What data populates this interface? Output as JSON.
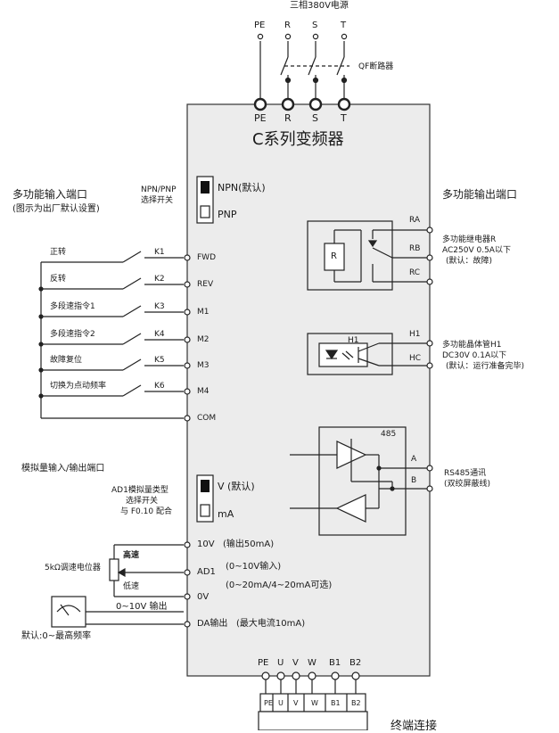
{
  "power": {
    "title": "三相380V电源",
    "breaker_label": "QF断路器",
    "top_terminals": [
      "PE",
      "R",
      "S",
      "T"
    ],
    "bottom_terminals": [
      "PE",
      "R",
      "S",
      "T"
    ]
  },
  "inverter": {
    "title": "C系列变频器"
  },
  "npn_switch": {
    "caption": "NPN/PNP\n选择开关",
    "npn_label": "NPN(默认)",
    "pnp_label": "PNP"
  },
  "input_section": {
    "title": "多功能输入端口",
    "subtitle": "(图示为出厂默认设置)",
    "rows": [
      {
        "label": "正转",
        "k": "K1",
        "terminal": "FWD"
      },
      {
        "label": "反转",
        "k": "K2",
        "terminal": "REV"
      },
      {
        "label": "多段速指令1",
        "k": "K3",
        "terminal": "M1"
      },
      {
        "label": "多段速指令2",
        "k": "K4",
        "terminal": "M2"
      },
      {
        "label": "故障复位",
        "k": "K5",
        "terminal": "M3"
      },
      {
        "label": "切换为点动频率",
        "k": "K6",
        "terminal": "M4"
      }
    ],
    "com": "COM"
  },
  "output_section": {
    "title": "多功能输出端口",
    "relay_terminals": [
      "RA",
      "RB",
      "RC"
    ],
    "relay_resistor": "R",
    "relay_desc": [
      "多功能继电器R",
      "AC250V 0.5A以下",
      "(默认：故障)"
    ],
    "opto_name": "H1",
    "opto_terminals": [
      "H1",
      "HC"
    ],
    "opto_desc": [
      "多功能晶体管H1",
      "DC30V 0.1A以下",
      "(默认：运行准备完毕)"
    ],
    "rs485_name": "485",
    "rs485_terminals": [
      "A",
      "B"
    ],
    "rs485_desc": [
      "RS485通讯",
      "(双绞屏蔽线)"
    ]
  },
  "analog": {
    "title": "模拟量输入/输出端口",
    "switch_caption": [
      "AD1模拟量类型",
      "选择开关",
      "与 F0.10 配合"
    ],
    "v_label": "V (默认)",
    "ma_label": "mA",
    "pot_label": "5kΩ调速电位器",
    "high": "高速",
    "low": "低速",
    "terminals": [
      {
        "name": "10V",
        "desc": "(输出50mA)"
      },
      {
        "name": "AD1",
        "desc": "(0~10V输入)"
      },
      {
        "name": "0V",
        "desc": ""
      },
      {
        "name": "DA输出",
        "desc": "(最大电流10mA)"
      }
    ],
    "ad1_note": "(0~20mA/4~20mA可选)",
    "meter_out": "0~10V 输出",
    "meter_caption": "默认:0~最高频率"
  },
  "bottom": {
    "terminals": [
      "PE",
      "U",
      "V",
      "W",
      "B1",
      "B2"
    ],
    "block_labels": [
      "PE",
      "U",
      "V",
      "W",
      "B1",
      "B2"
    ],
    "cut_text": "终端连接"
  }
}
